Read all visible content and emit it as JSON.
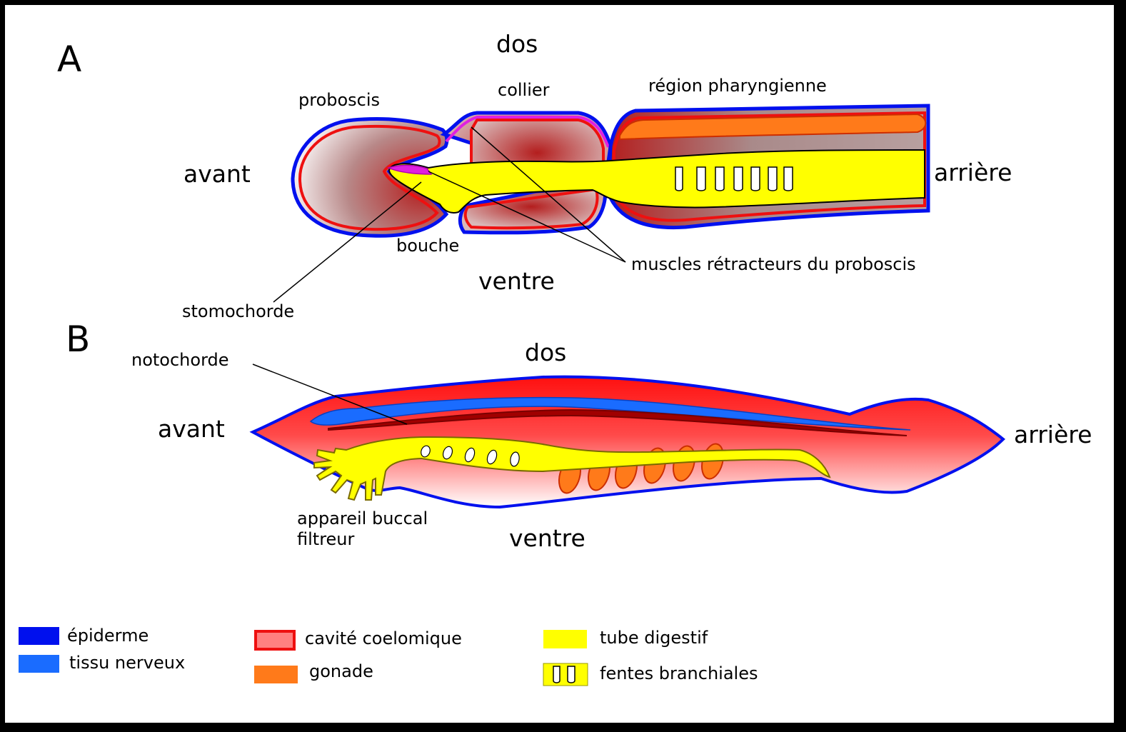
{
  "panel_a": {
    "letter": "A",
    "dos": "dos",
    "ventre": "ventre",
    "avant": "avant",
    "arriere": "arrière",
    "proboscis": "proboscis",
    "collier": "collier",
    "region_pharyngienne": "région pharyngienne",
    "bouche": "bouche",
    "muscles": "muscles rétracteurs du proboscis",
    "stomochorde": "stomochorde"
  },
  "panel_b": {
    "letter": "B",
    "dos": "dos",
    "ventre": "ventre",
    "avant": "avant",
    "arriere": "arrière",
    "notochorde": "notochorde",
    "appareil_line1": "appareil buccal",
    "appareil_line2": "filtreur"
  },
  "legend": {
    "epiderme": "épiderme",
    "tissu_nerveux": "tissu nerveux",
    "cavite": "cavité coelomique",
    "gonade": "gonade",
    "tube": "tube digestif",
    "fentes": "fentes branchiales"
  },
  "colors": {
    "epiderme": "#0010ee",
    "tissu_nerveux": "#1a6cff",
    "cavite_border": "#ee1010",
    "cavite_fill": "#ff8080",
    "gonade": "#ff7a1a",
    "tube": "#ffff00",
    "muscle": "#e020e0"
  }
}
